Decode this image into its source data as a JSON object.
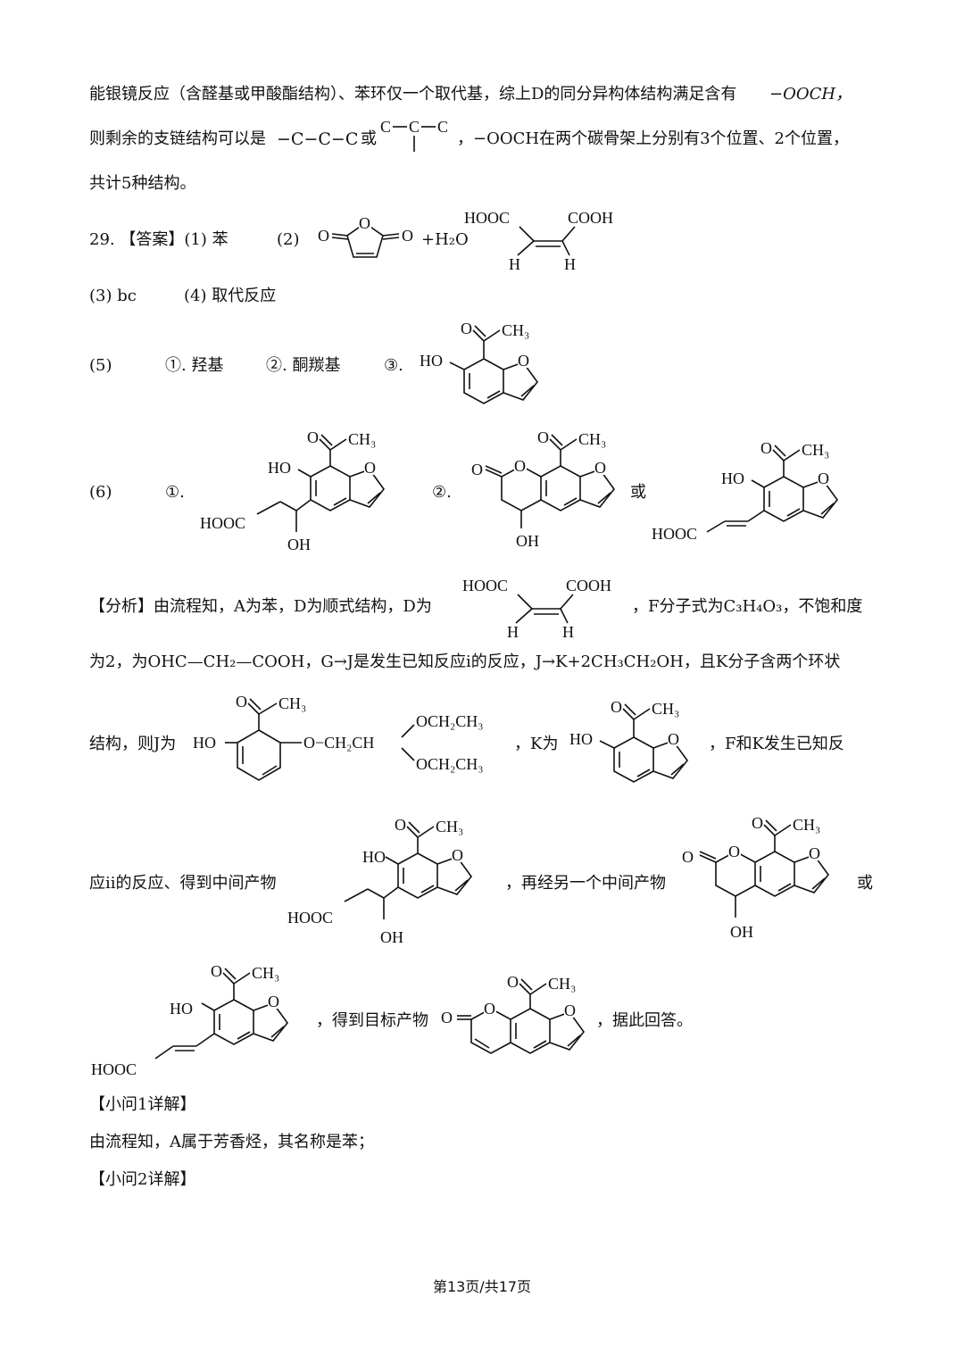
{
  "lines": {
    "l1": "能银镜反应（含醛基或甲酸酯结构）、苯环仅一个取代基，综上D的同分异构体结构满足含有",
    "l1b": "−OOCH，",
    "l2a": "则剩余的支链结构可以是",
    "l2formula": "−C−C−C",
    "l2or": "或",
    "l2b": "，−OOCH在两个碳骨架上分别有3个位置、2个位置，",
    "l3": "共计5种结构。",
    "q29": "29. 【答案】(1) 苯",
    "q29_2": "(2)",
    "h2o": "+H₂O",
    "q3": "(3) bc",
    "q4": "(4) 取代反应",
    "q5": "(5)",
    "q5_1": "①. 羟基",
    "q5_2": "②. 酮羰基",
    "q5_3": "③.",
    "q6": "(6)",
    "q6_1": "①.",
    "q6_2": "②.",
    "q6_or": "或",
    "an1": "【分析】由流程知，A为苯，D为顺式结构，D为",
    "an1b": "，F分子式为C₃H₄O₃，不饱和度",
    "an2": "为2，为OHC—CH₂—COOH，G→J是发生已知反应i的反应，J→K+2CH₃CH₂OH，且K分子含两个环状",
    "an3a": "结构，则J为",
    "an3b": "，K为",
    "an3c": "，F和K发生已知反",
    "an4a": "应ii的反应、得到中间产物",
    "an4b": "，再经另一个中间产物",
    "an4c": "或",
    "an5a": "，得到目标产物",
    "an5b": "，据此回答。",
    "s1": "【小问1详解】",
    "s1t": "由流程知，A属于芳香烃，其名称是苯；",
    "s2": "【小问2详解】"
  },
  "chem": {
    "C": "C",
    "O": "O",
    "HO": "HO",
    "HOOC": "HOOC",
    "COOH": "COOH",
    "H": "H",
    "CH3": "CH₃",
    "OH": "OH",
    "OCH2CH3": "OCH₂CH₃",
    "CH2CH": "O−CH₂CH"
  },
  "footer": "第13页/共17页"
}
